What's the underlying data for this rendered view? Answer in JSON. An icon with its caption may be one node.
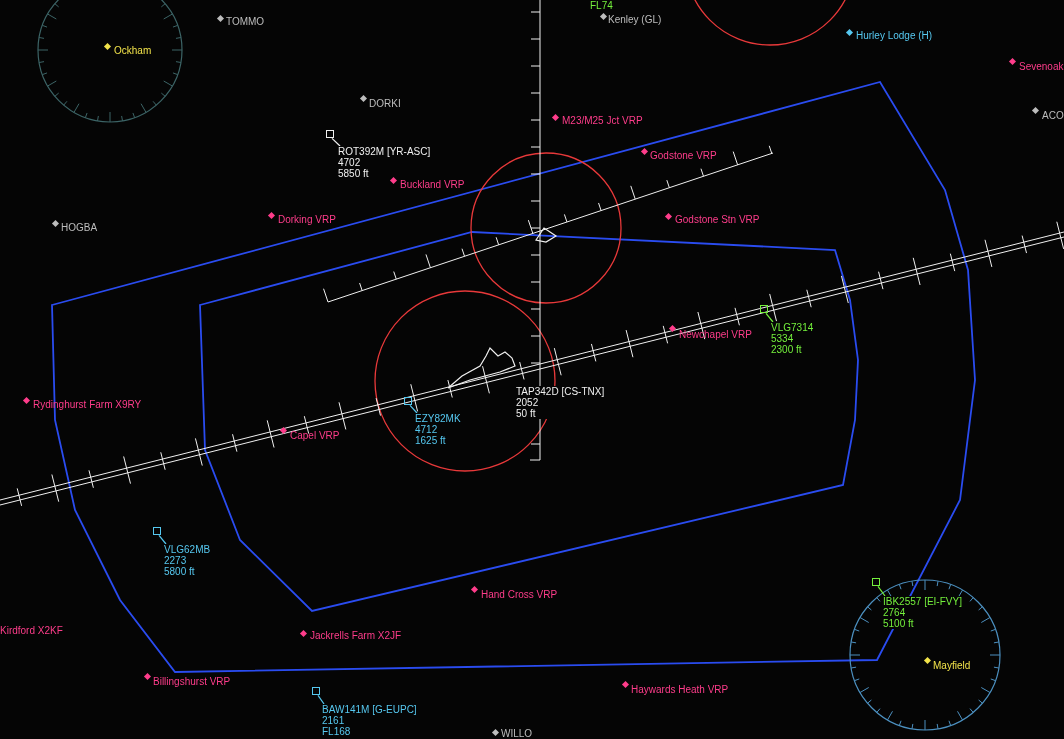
{
  "diagram": {
    "nodes": [
      {
        "text": [
          "ROT392M [YR-ASC]",
          "4702",
          "5850 ft"
        ]
      },
      {
        "text": [],
        "shape": "box"
      },
      {
        "text": [
          "TAP342D [CS-TNX]",
          "2052",
          "50 ft"
        ]
      },
      {
        "text": [
          "EZY82MK",
          "4712",
          "1625 ft"
        ]
      },
      {
        "text": [],
        "shape": "box"
      },
      {
        "text": [
          "VLG7314",
          "5334",
          "2300 ft"
        ]
      },
      {
        "text": [],
        "shape": "box"
      },
      {
        "text": [
          "VLG62MB",
          "2273",
          "5800 ft"
        ]
      },
      {
        "text": [],
        "shape": "box"
      },
      {
        "text": [
          "IBK2557 [EI-FVY]",
          "2764",
          "5100 ft"
        ]
      },
      {
        "text": [],
        "shape": "box"
      },
      {
        "text": [
          "BAW141M [G-EUPC]",
          "2161",
          "FL168"
        ]
      },
      {
        "text": [],
        "shape": "box"
      }
    ],
    "edges": [
      {
        "from": 0,
        "to": 1,
        "arrow": "none",
        "color": "#f0f0f0"
      },
      {
        "from": 3,
        "to": 4,
        "arrow": "none"
      },
      {
        "from": 5,
        "to": 6,
        "arrow": "none",
        "color": "#74f03c"
      },
      {
        "from": 7,
        "to": 8,
        "arrow": "none"
      },
      {
        "from": 9,
        "to": 10,
        "arrow": "none",
        "color": "#74f03c"
      },
      {
        "from": 11,
        "to": 12,
        "arrow": "none"
      }
    ],
    "labels": [
      "FL74",
      "Kenley (GL)",
      "TOMMO",
      "Ockham",
      "Hurley Lodge (H)",
      "Sevenoak",
      "DORKI",
      "ACO",
      "M23/M25 Jct VRP",
      "Godstone VRP",
      "Buckland VRP",
      "Dorking VRP",
      "Godstone Stn VRP",
      "HOGBA",
      "Newchapel VRP",
      "Rydinghurst Farm X9RY",
      "Capel VRP",
      "Hand Cross VRP",
      "Kirdford X2KF",
      "Jackrells Farm X2JF",
      "Mayfield",
      "Billingshurst VRP",
      "Haywards Heath VRP",
      "WILLO"
    ]
  }
}
